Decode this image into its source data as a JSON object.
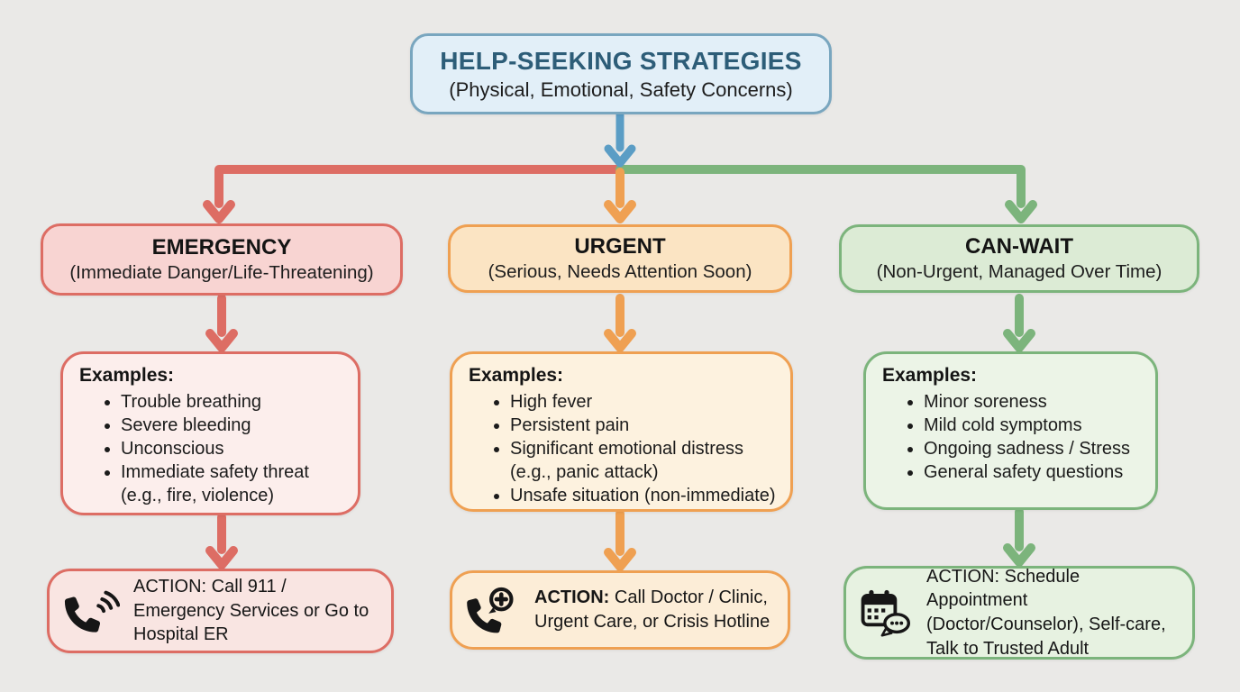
{
  "background": "#eae9e7",
  "root": {
    "title": "HELP-SEEKING STRATEGIES",
    "subtitle": "(Physical, Emotional, Safety Concerns)",
    "fill": "#e2eff8",
    "border": "#79a6bf",
    "title_color": "#2d5d78",
    "arrow_color": "#5b9dc5"
  },
  "columns": [
    {
      "id": "emergency",
      "color": "#dd6d64",
      "category": {
        "title": "EMERGENCY",
        "subtitle": "(Immediate Danger/Life-Threatening)",
        "fill": "#f8d4d2"
      },
      "examples": {
        "heading": "Examples:",
        "fill": "#fceeec",
        "items": [
          "Trouble breathing",
          "Severe bleeding",
          "Unconscious",
          "Immediate safety threat (e.g., fire, violence)"
        ]
      },
      "action": {
        "icon": "phone-ringing-icon",
        "prefix": "ACTION:",
        "text": " Call 911 / Emergency Services or Go to Hospital ER",
        "fill": "#f9e5e2"
      }
    },
    {
      "id": "urgent",
      "color": "#efa052",
      "category": {
        "title": "URGENT",
        "subtitle": "(Serious, Needs Attention Soon)",
        "fill": "#fbe4c3"
      },
      "examples": {
        "heading": "Examples:",
        "fill": "#fdf2df",
        "items": [
          "High fever",
          "Persistent pain",
          "Significant emotional distress (e.g., panic attack)",
          "Unsafe situation (non-immediate)"
        ]
      },
      "action": {
        "icon": "phone-medical-icon",
        "prefix": "ACTION:",
        "text": " Call Doctor / Clinic, Urgent Care, or Crisis Hotline",
        "fill": "#fcedd7"
      }
    },
    {
      "id": "can_wait",
      "color": "#7cb47c",
      "category": {
        "title": "CAN-WAIT",
        "subtitle": "(Non-Urgent, Managed Over Time)",
        "fill": "#dcebd5"
      },
      "examples": {
        "heading": "Examples:",
        "fill": "#ecf4e7",
        "items": [
          "Minor soreness",
          "Mild cold symptoms",
          "Ongoing sadness / Stress",
          "General safety questions"
        ]
      },
      "action": {
        "icon": "calendar-chat-icon",
        "prefix": "ACTION:",
        "text": " Schedule Appointment (Doctor/Counselor), Self-care, Talk to Trusted Adult",
        "fill": "#e7f2e1"
      }
    }
  ]
}
